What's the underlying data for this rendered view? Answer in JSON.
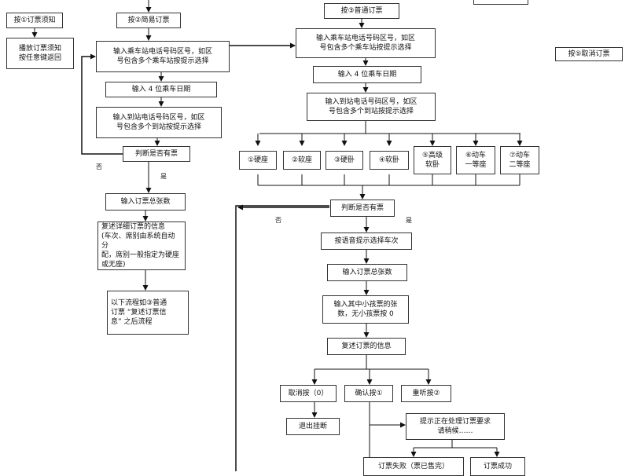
{
  "nodes": {
    "t_notice": "按①订票须知",
    "t_notice_play": "播放订票须知\n按任意键返回",
    "t_quick": "按②简易订票",
    "t_normal": "按③普通订票",
    "t_cancel": "按⑤取消订票",
    "t_partial": "",
    "q_from": "输入乘车站电话号码区号，如区\n号包含多个乘车站按提示选择",
    "q_date": "输入 4 位乘车日期",
    "q_to": "输入到站电话号码区号，如区\n号包含多个到站按提示选择",
    "q_judge": "判断是否有票",
    "q_total": "输入订票总张数",
    "q_repeat": "复述详细订票的信息\n(车次、席别由系统自动分\n配，席别一般指定为硬座\n或无座)",
    "q_follow": "以下流程如③普通\n订票 “复述订票信\n息” 之后流程",
    "n_from": "输入乘车站电话号码区号，如区\n号包含多个乘车站按提示选择",
    "n_date": "输入 4 位乘车日期",
    "n_to": "输入到站电话号码区号，如区\n号包含多个到站按提示选择",
    "seat_1": "①硬座",
    "seat_2": "②软座",
    "seat_3": "③硬卧",
    "seat_4": "④软卧",
    "seat_5": "⑤高级\n软卧",
    "seat_6": "⑥动车\n一等座",
    "seat_7": "⑦动车\n二等座",
    "n_judge": "判断是否有票",
    "n_voice": "按语音提示选择车次",
    "n_total": "输入订票总张数",
    "n_child": "输入其中小孩票的张\n数，无小孩票按 0",
    "n_repeat": "复述订票的信息",
    "opt_cancel": "取消按（0）",
    "opt_confirm": "确认按①",
    "opt_reorder": "重听按②",
    "exit": "退出挂断",
    "processing": "提示正在处理订票要求\n请稍候……",
    "fail": "订票失败（票已售完）",
    "success": "订票成功"
  },
  "labels": {
    "q_no": "否",
    "q_yes": "是",
    "n_no": "否",
    "n_yes": "是"
  }
}
